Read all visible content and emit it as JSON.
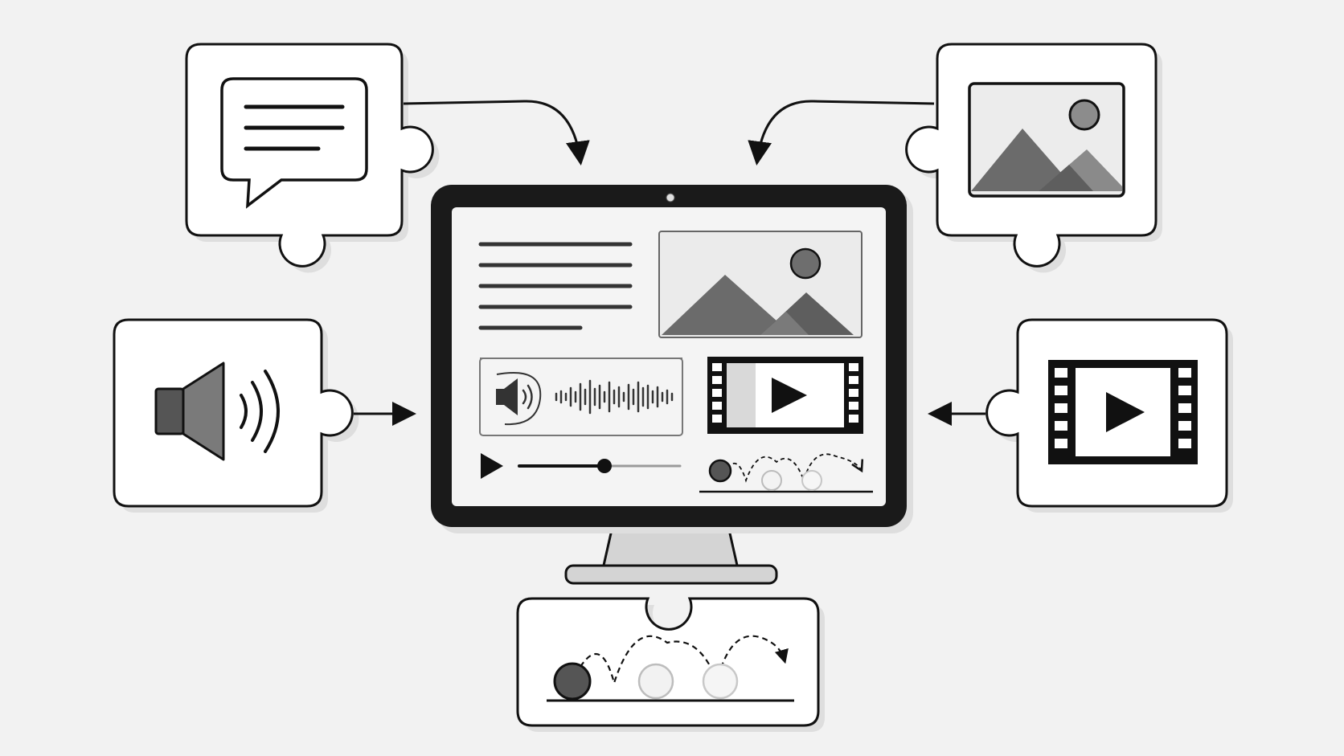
{
  "diagram": {
    "type": "multimedia-composition",
    "central_node": "monitor",
    "input_pieces": [
      {
        "id": "text",
        "icon": "speech-bubble-icon"
      },
      {
        "id": "image",
        "icon": "landscape-image-icon"
      },
      {
        "id": "audio",
        "icon": "speaker-icon"
      },
      {
        "id": "video",
        "icon": "film-play-icon"
      },
      {
        "id": "animation",
        "icon": "bouncing-ball-icon"
      }
    ],
    "colors": {
      "background": "#f2f2f2",
      "stroke": "#111111",
      "panel": "#ffffff",
      "screen": "#f4f4f4",
      "shadow": "#dedede",
      "dark_gray": "#555555",
      "mid_gray": "#7a7a7a",
      "light_gray": "#cfcfcf",
      "monitor_bezel": "#1a1a1a",
      "stand": "#d4d4d4"
    }
  }
}
